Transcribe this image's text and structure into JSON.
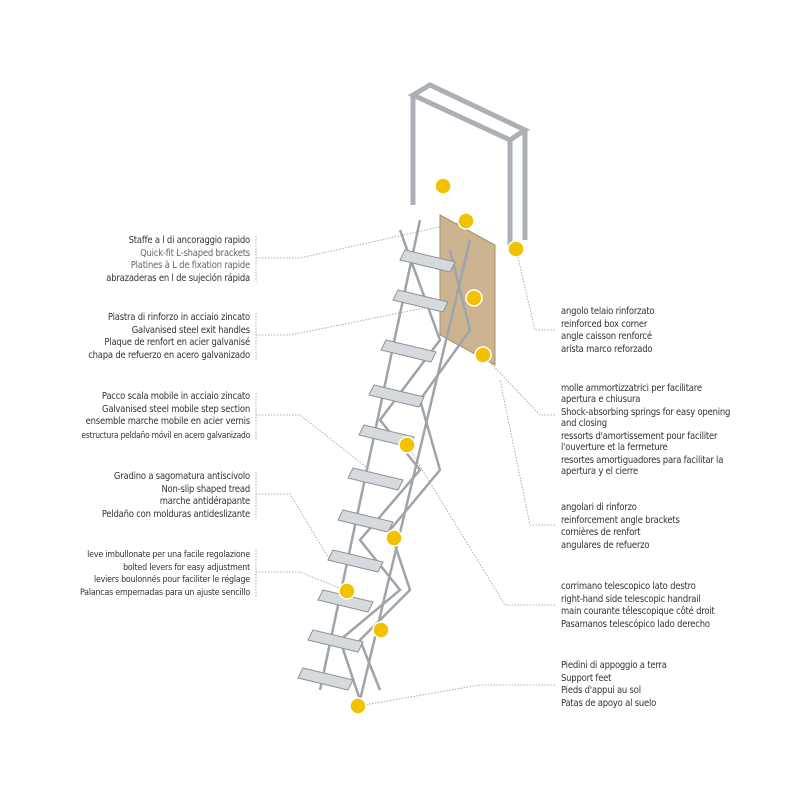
{
  "colors": {
    "marker": "#f2c200",
    "frame": "#b9bec4",
    "panel": "#cbb48f",
    "text": "#333333"
  },
  "left_labels": [
    {
      "lines": [
        "Staffe a l di ancoraggio rapido",
        "Quick-fit L-shaped brackets",
        "Platines à L de fixation rapide",
        "abrazaderas en l de sujeción rápida"
      ]
    },
    {
      "lines": [
        "Piastra di rinforzo in acciaio zincato",
        "Galvanised steel exit handles",
        "Plaque de renfort en acier galvanisé",
        "chapa de refuerzo en acero galvanizado"
      ]
    },
    {
      "lines": [
        "Pacco scala mobile in acciaio zincato",
        "Galvanised steel mobile step section",
        "ensemble marche mobile en acier vernis",
        "estructura peldaño móvil en acero galvanizado"
      ]
    },
    {
      "lines": [
        "Gradino a sagomatura antiscivolo",
        "Non-slip shaped tread",
        "marche antidérapante",
        "Peldaño con molduras antideslizante"
      ]
    },
    {
      "lines": [
        "leve imbullonate per una facile regolazione",
        "bolted levers for easy adjustment",
        "leviers boulonnés pour faciliter le réglage",
        "Palancas empernadas para un ajuste sencillo"
      ]
    }
  ],
  "right_labels": [
    {
      "lines": [
        "angolo telaio rinforzato",
        "reinforced box corner",
        "angle caisson renforcé",
        "arista marco reforzado"
      ]
    },
    {
      "lines": [
        "molle ammortizzatrici per facilitare apertura e chiusura",
        "Shock-absorbing springs for easy opening and closing",
        "ressorts d'amortissement pour faciliter l'ouverture et la fermeture",
        "resortes amortiguadores para facilitar la apertura y el cierre"
      ]
    },
    {
      "lines": [
        "angolari di rinforzo",
        "reinforcement angle brackets",
        "cornières de renfort",
        "angulares de refuerzo"
      ]
    },
    {
      "lines": [
        "corrimano telescopico lato destro",
        "right-hand side telescopic handrail",
        "main courante télescopique côté droit",
        "Pasamanos telescópico lado derecho"
      ]
    },
    {
      "lines": [
        "Piedini di appoggio a terra",
        "Support feet",
        "Pieds d'appui au sol",
        "Patas de apoyo al suelo"
      ]
    }
  ]
}
